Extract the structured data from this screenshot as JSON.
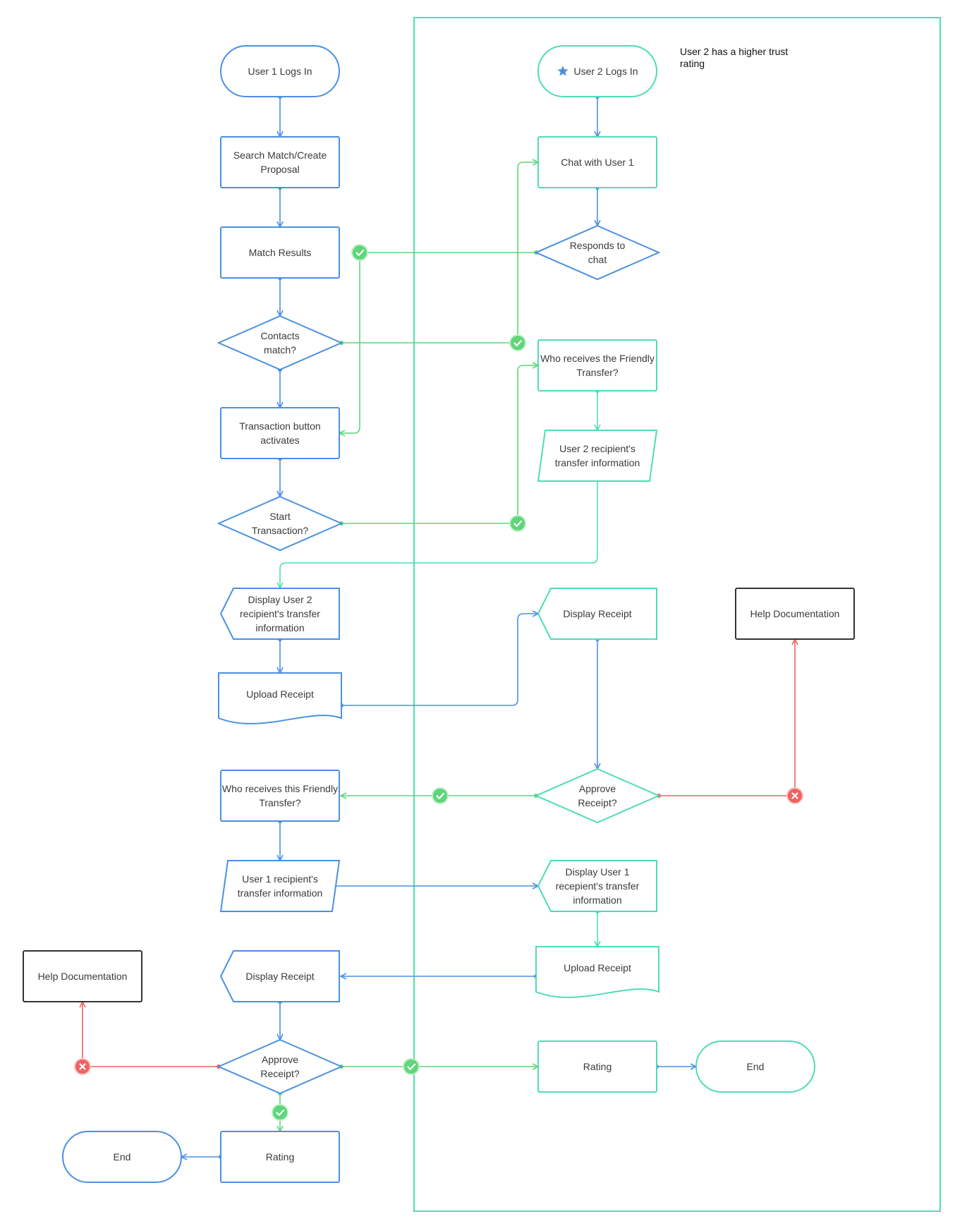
{
  "colors": {
    "user1": "#4a90e2",
    "user2": "#4fdcb6",
    "yes": "#5fd67a",
    "no": "#f06262",
    "neutral": "#333333",
    "lane": "#4fdcb6",
    "label": "#3a3a3a"
  },
  "note": {
    "line1": "User 2 has a higher trust",
    "line2": "rating"
  },
  "nodes": {
    "u1_login": [
      "User 1 Logs In"
    ],
    "u1_search": [
      "Search Match/Create",
      "Proposal"
    ],
    "u1_match": [
      "Match Results"
    ],
    "u1_contacts": [
      "Contacts",
      "match?"
    ],
    "u1_txbtn": [
      "Transaction button",
      "activates"
    ],
    "u1_start": [
      "Start",
      "Transaction?"
    ],
    "u1_display_info": [
      "Display User 2",
      "recipient's transfer",
      "information"
    ],
    "u1_upload": [
      "Upload Receipt"
    ],
    "u1_who": [
      "Who receives this Friendly",
      "Transfer?"
    ],
    "u1_recipient": [
      "User 1 recipient's",
      "transfer information"
    ],
    "u1_display_receipt": [
      "Display Receipt"
    ],
    "u1_approve": [
      "Approve",
      "Receipt?"
    ],
    "u1_rating": [
      "Rating"
    ],
    "u1_end": [
      "End"
    ],
    "help_left": [
      "Help Documentation"
    ],
    "u2_login": [
      "User 2 Logs In"
    ],
    "u2_chat": [
      "Chat with User 1"
    ],
    "u2_responds": [
      "Responds to",
      "chat"
    ],
    "u2_who": [
      "Who receives the Friendly",
      "Transfer?"
    ],
    "u2_recipient": [
      "User 2 recipient's",
      "transfer information"
    ],
    "u2_display_receipt": [
      "Display Receipt"
    ],
    "u2_approve": [
      "Approve",
      "Receipt?"
    ],
    "u2_display_info": [
      "Display User 1",
      "recepient's transfer",
      "information"
    ],
    "u2_upload": [
      "Upload Receipt"
    ],
    "u2_rating": [
      "Rating"
    ],
    "u2_end": [
      "End"
    ],
    "help_right": [
      "Help Documentation"
    ]
  },
  "icons": {
    "login_marker": "star-icon",
    "yes_marker": "check-circle-icon",
    "no_marker": "x-circle-icon"
  }
}
